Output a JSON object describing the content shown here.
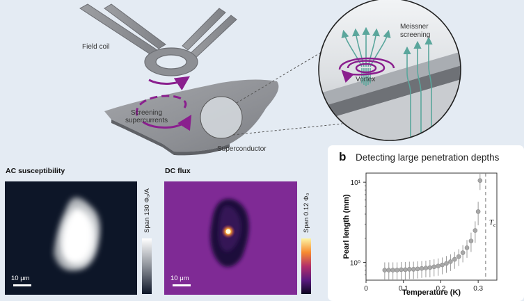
{
  "diagram": {
    "labels": {
      "field_coil": "Field coil",
      "screening": "Screening",
      "supercurrents": "supercurrents",
      "superconductor": "Superconductor",
      "vortex": "Vortex",
      "meissner": "Meissner",
      "screening2": "screening"
    }
  },
  "ac_image": {
    "title": "AC susceptibility",
    "scale_bar": "10 μm",
    "colorbar_label": "Span 130 Φ₀/A"
  },
  "dc_image": {
    "title": "DC flux",
    "scale_bar": "10 μm",
    "colorbar_label": "Span 0.12 Φ₀"
  },
  "panel_b": {
    "letter": "b",
    "title": "Detecting large penetration depths"
  },
  "chart_data": {
    "type": "scatter",
    "title": "Detecting large penetration depths",
    "xlabel": "Temperature (K)",
    "ylabel": "Pearl length (mm)",
    "xlim": [
      0,
      0.35
    ],
    "ylim": [
      0.6,
      13
    ],
    "yscale": "log",
    "x_ticks": [
      "0",
      "0.1",
      "0.2",
      "0.3"
    ],
    "y_ticks": [
      "10⁰",
      "10¹"
    ],
    "tc_label": "T",
    "tc_sub": "c",
    "tc_value": 0.32,
    "marker_color": "#a8a8a8",
    "points": [
      {
        "x": 0.05,
        "y": 0.8,
        "err": 0.2
      },
      {
        "x": 0.061,
        "y": 0.8,
        "err": 0.2
      },
      {
        "x": 0.072,
        "y": 0.8,
        "err": 0.2
      },
      {
        "x": 0.083,
        "y": 0.8,
        "err": 0.2
      },
      {
        "x": 0.094,
        "y": 0.81,
        "err": 0.2
      },
      {
        "x": 0.105,
        "y": 0.81,
        "err": 0.2
      },
      {
        "x": 0.116,
        "y": 0.82,
        "err": 0.2
      },
      {
        "x": 0.127,
        "y": 0.82,
        "err": 0.2
      },
      {
        "x": 0.138,
        "y": 0.83,
        "err": 0.2
      },
      {
        "x": 0.149,
        "y": 0.84,
        "err": 0.2
      },
      {
        "x": 0.16,
        "y": 0.85,
        "err": 0.2
      },
      {
        "x": 0.171,
        "y": 0.86,
        "err": 0.21
      },
      {
        "x": 0.182,
        "y": 0.88,
        "err": 0.21
      },
      {
        "x": 0.193,
        "y": 0.9,
        "err": 0.22
      },
      {
        "x": 0.204,
        "y": 0.93,
        "err": 0.22
      },
      {
        "x": 0.215,
        "y": 0.97,
        "err": 0.23
      },
      {
        "x": 0.226,
        "y": 1.02,
        "err": 0.24
      },
      {
        "x": 0.237,
        "y": 1.09,
        "err": 0.26
      },
      {
        "x": 0.248,
        "y": 1.18,
        "err": 0.28
      },
      {
        "x": 0.259,
        "y": 1.32,
        "err": 0.32
      },
      {
        "x": 0.27,
        "y": 1.52,
        "err": 0.38
      },
      {
        "x": 0.281,
        "y": 1.85,
        "err": 0.5
      },
      {
        "x": 0.292,
        "y": 2.5,
        "err": 0.75
      },
      {
        "x": 0.3,
        "y": 4.3,
        "err": 1.4
      },
      {
        "x": 0.305,
        "y": 10.5,
        "err": 2.5
      }
    ]
  },
  "colors": {
    "background": "#e4ebf3",
    "purple": "#8a1f8e",
    "teal": "#5aa69c",
    "chart_marker": "#a8a8a8"
  }
}
